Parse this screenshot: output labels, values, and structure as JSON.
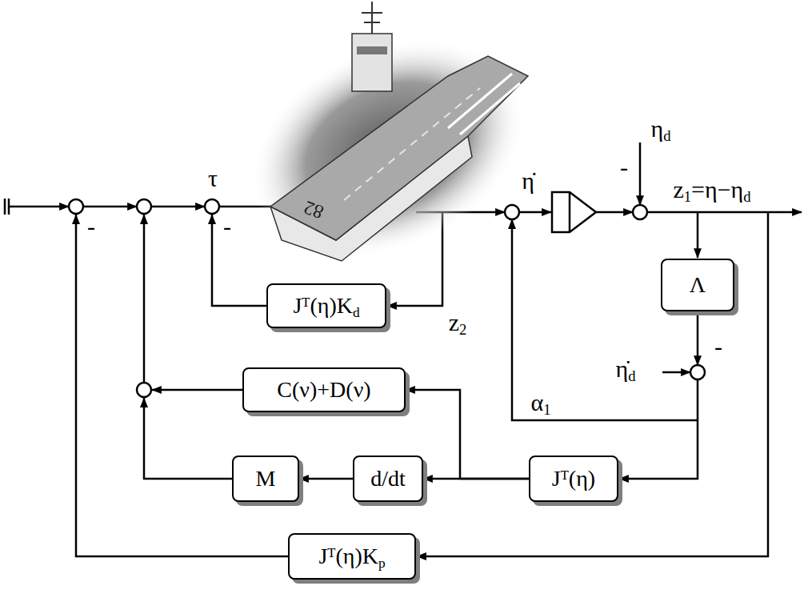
{
  "diagram": {
    "nodes": [
      {
        "text": [
          "Jᵀ(η)Kd"
        ]
      },
      {
        "text": [
          "Λ"
        ]
      },
      {
        "text": [
          "C(ν)+D(ν)"
        ]
      },
      {
        "text": [
          "Jᵀ(η)"
        ]
      },
      {
        "text": [
          "M"
        ]
      },
      {
        "text": [
          "d/dt"
        ]
      },
      {
        "text": [
          "Jᵀ(η)Kp"
        ]
      }
    ],
    "edges": [
      {
        "from": 3,
        "to": 5,
        "arrow": "to"
      },
      {
        "from": 5,
        "to": 4,
        "arrow": "to"
      },
      {
        "from": 3,
        "to": 2,
        "arrow": "to"
      }
    ],
    "labels": [
      "ηd",
      "-",
      "τ",
      "η̇",
      "z1=η−ηd",
      "-",
      "-",
      "82",
      "z2",
      "-",
      "η̇d",
      "α1"
    ]
  }
}
